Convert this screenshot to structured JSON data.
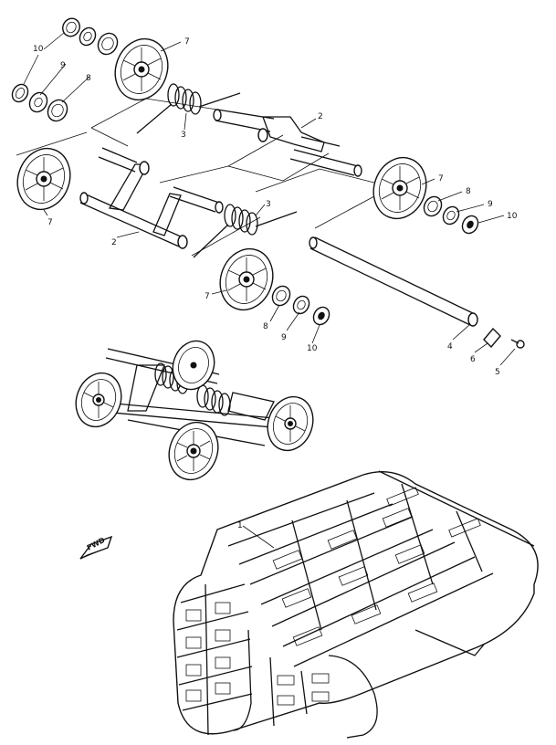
{
  "callouts": {
    "c10a": "10",
    "c9a": "9",
    "c8a": "8",
    "c7a": "7",
    "c3a": "3",
    "c2a": "2",
    "c7b": "7",
    "c2b": "2",
    "c3b": "3",
    "c7c": "7",
    "c8b": "8",
    "c9b": "9",
    "c10b": "10",
    "c7d": "7",
    "c8c": "8",
    "c9c": "9",
    "c10c": "10",
    "c4": "4",
    "c6": "6",
    "c5": "5",
    "c1": "1"
  },
  "fwd_label": "FWD"
}
